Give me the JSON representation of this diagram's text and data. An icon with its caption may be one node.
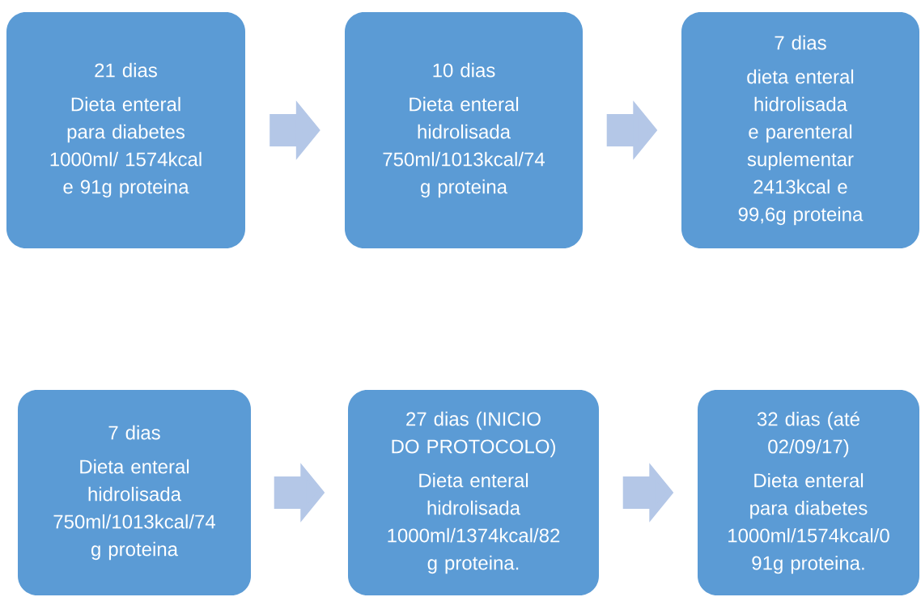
{
  "diagram": {
    "nodes": [
      {
        "text": [
          "21 dias",
          "Dieta enteral para diabetes 1000ml/ 1574kcal e 91g proteina"
        ]
      },
      {
        "text": [
          "10 dias",
          "Dieta enteral hidrolisada 750ml/1013kcal/74 g proteina"
        ]
      },
      {
        "text": [
          "7 dias",
          "dieta enteral hidrolisada e parenteral suplementar 2413kcal e 99,6g proteina"
        ]
      },
      {
        "text": [
          "7 dias",
          "Dieta enteral hidrolisada 750ml/1013kcal/74 g proteina"
        ]
      },
      {
        "text": [
          "27 dias (INICIO DO PROTOCOLO)",
          "Dieta enteral hidrolisada 1000ml/1374kcal/82 g proteina."
        ]
      },
      {
        "text": [
          "32 dias (até 02/09/17)",
          "Dieta enteral para diabetes 1000ml/1574kcal/0 91g proteina."
        ]
      }
    ],
    "edges": [
      {
        "from": 0,
        "to": 1,
        "arrow": "to"
      },
      {
        "from": 1,
        "to": 2,
        "arrow": "to"
      },
      {
        "from": 3,
        "to": 4,
        "arrow": "to"
      },
      {
        "from": 4,
        "to": 5,
        "arrow": "to"
      }
    ]
  }
}
